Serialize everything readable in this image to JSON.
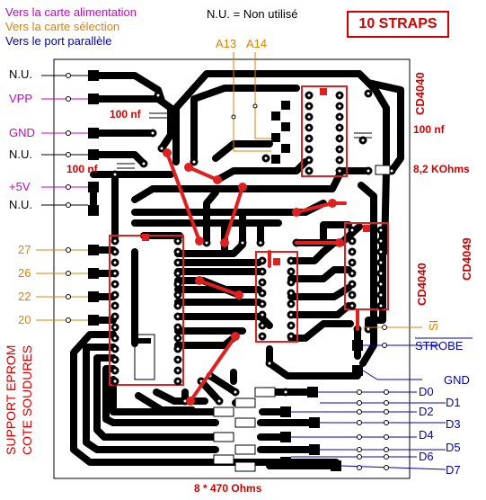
{
  "legend": {
    "alimentation": "Vers la carte alimentation",
    "selection": "Vers la carte sélection",
    "parallel": "Vers le port parallèle",
    "nu_note": "N.U. = Non utilisé"
  },
  "title_box": "10 STRAPS",
  "colors": {
    "alimentation": "#cc00cc",
    "selection": "#e08000",
    "parallel": "#0000c0",
    "strap": "#e02020",
    "ic_box": "#e02020",
    "track": "#000000"
  },
  "left_connector": [
    "N.U.",
    "VPP",
    "GND",
    "N.U.",
    "+5V",
    "N.U."
  ],
  "address_pins": [
    "27",
    "26",
    "22",
    "20"
  ],
  "top_address": [
    "A13",
    "A14"
  ],
  "components": {
    "cap1": "100 nf",
    "cap2": "100 nf",
    "cap3": "100 nf",
    "resistor_top": "8,2 KOhms",
    "resistor_bank": "8 * 470 Ohms"
  },
  "chips": {
    "cd4040_top": "CD4040",
    "cd4049": "CD4049",
    "cd4040_mid": "CD4040"
  },
  "eprom_support": {
    "line1": "SUPPORT EPROM",
    "line2": "COTE SOUDURES"
  },
  "right_signals": {
    "si": "SI",
    "strobe": "STROBE",
    "gnd": "GND"
  },
  "data_lines": [
    "D0",
    "D1",
    "D2",
    "D3",
    "D4",
    "D5",
    "D6",
    "D7"
  ]
}
